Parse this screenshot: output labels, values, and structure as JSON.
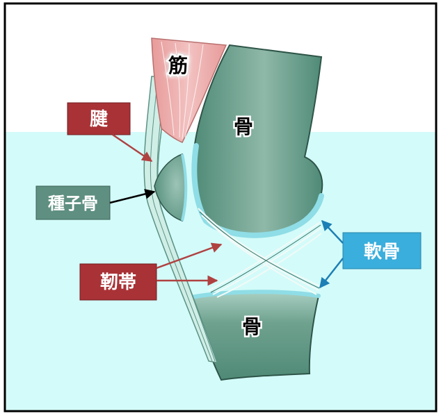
{
  "labels": {
    "muscle": "筋",
    "bone_upper": "骨",
    "bone_lower": "骨",
    "tendon": "腱",
    "sesamoid": "種子骨",
    "ligament": "靭帯",
    "cartilage": "軟骨"
  },
  "colors": {
    "fluid_background": "#d3fbf9",
    "tendon_box": "#a93236",
    "sesamoid_box": "#5e8f80",
    "ligament_box": "#a93236",
    "cartilage_box": "#3aaedc",
    "bone_fill": "#5f9683",
    "muscle_fill": "#e6a7a6",
    "cartilage_fill": "#b8eef4"
  }
}
